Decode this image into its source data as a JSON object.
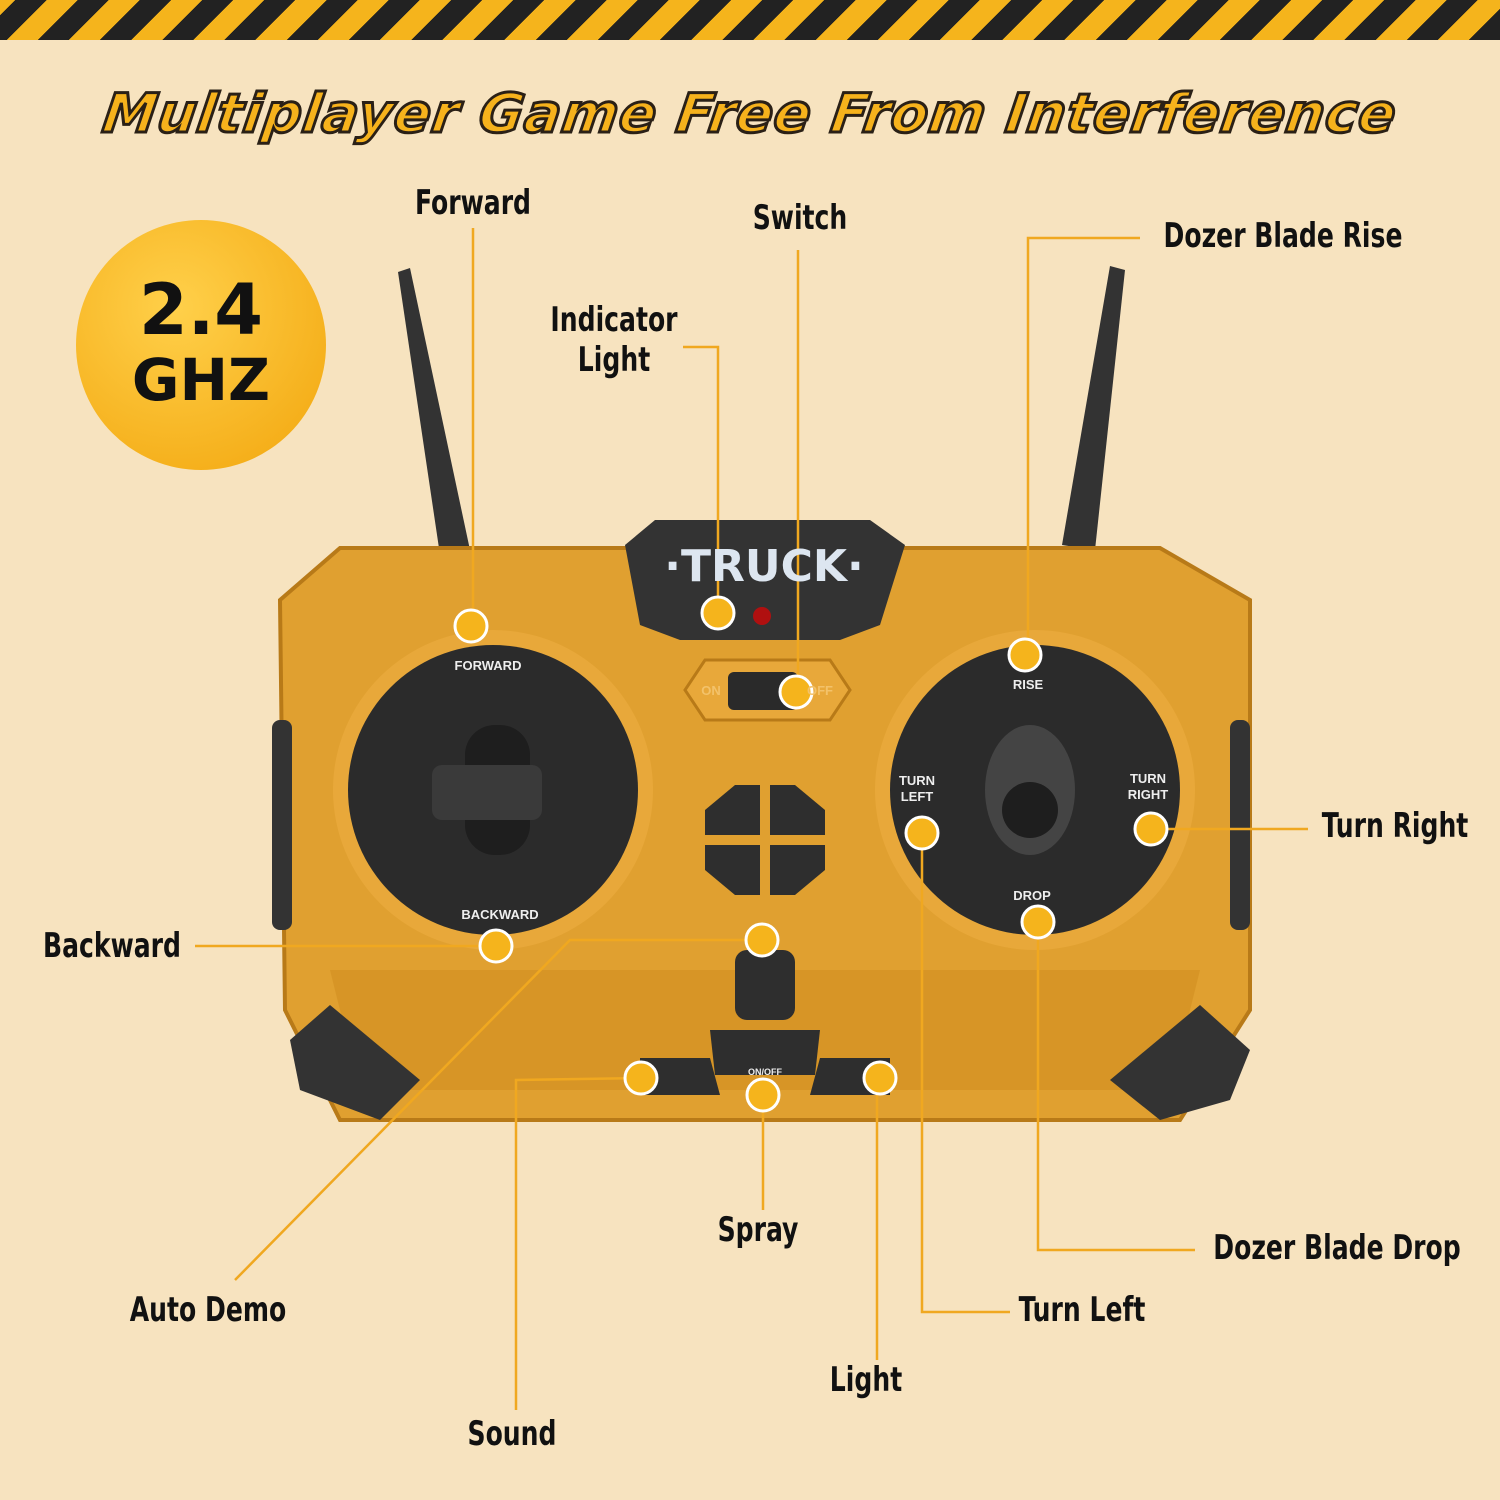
{
  "title": "Multiplayer Game Free From Interference",
  "badge": {
    "line1": "2.4",
    "line2": "GHZ"
  },
  "callouts": {
    "forward": "Forward",
    "switch": "Switch",
    "indicator_1": "Indicator",
    "indicator_2": "Light",
    "dozer_rise": "Dozer Blade Rise",
    "turn_right": "Turn Right",
    "backward": "Backward",
    "spray": "Spray",
    "dozer_drop": "Dozer Blade Drop",
    "turn_left": "Turn Left",
    "auto_demo": "Auto Demo",
    "light": "Light",
    "sound": "Sound"
  },
  "controller": {
    "brand": "·TRUCK·",
    "forward": "FORWARD",
    "backward": "BACKWARD",
    "rise": "RISE",
    "drop": "DROP",
    "turn_left_1": "TURN",
    "turn_left_2": "LEFT",
    "turn_right_1": "TURN",
    "turn_right_2": "RIGHT",
    "on": "ON",
    "off": "OFF",
    "onoff": "ON/OFF"
  },
  "colors": {
    "accent": "#f5b41c",
    "body": "#e0a030",
    "dark": "#2e2e2e"
  }
}
